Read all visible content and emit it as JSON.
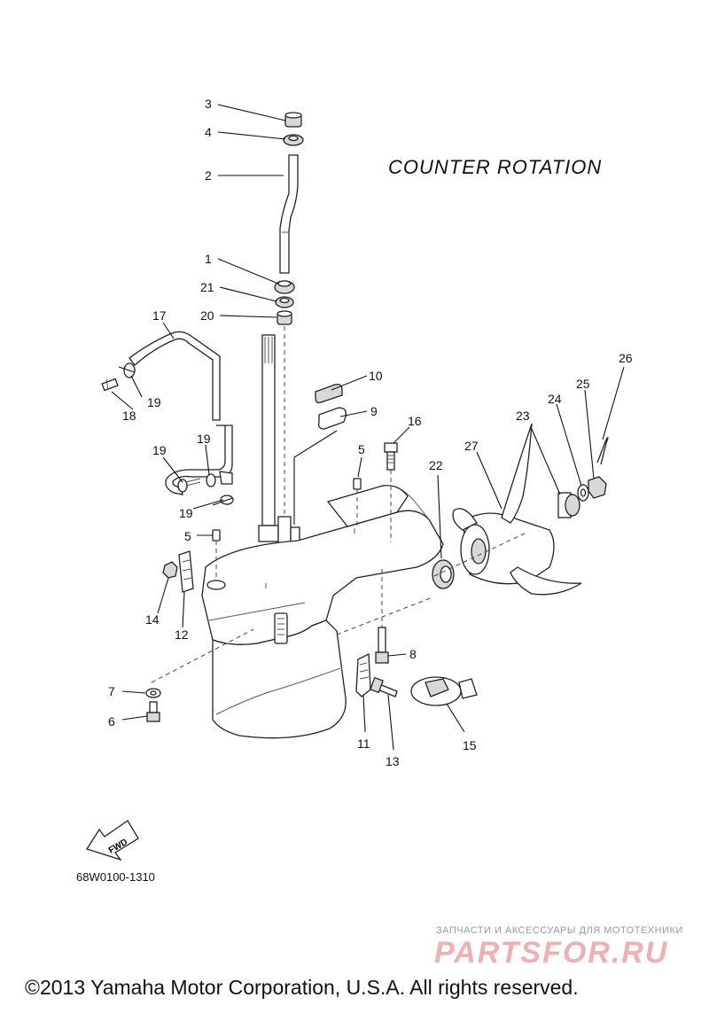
{
  "title": "COUNTER  ROTATION",
  "diagram_code": "68W0100-1310",
  "fwd_label": "FWD",
  "callouts": [
    {
      "id": "c3",
      "label": "3"
    },
    {
      "id": "c4",
      "label": "4"
    },
    {
      "id": "c2",
      "label": "2"
    },
    {
      "id": "c1",
      "label": "1"
    },
    {
      "id": "c21",
      "label": "21"
    },
    {
      "id": "c20",
      "label": "20"
    },
    {
      "id": "c17",
      "label": "17"
    },
    {
      "id": "c19a",
      "label": "19"
    },
    {
      "id": "c18",
      "label": "18"
    },
    {
      "id": "c10",
      "label": "10"
    },
    {
      "id": "c9",
      "label": "9"
    },
    {
      "id": "c16",
      "label": "16"
    },
    {
      "id": "c5a",
      "label": "5"
    },
    {
      "id": "c19b",
      "label": "19"
    },
    {
      "id": "c19c",
      "label": "19"
    },
    {
      "id": "c19d",
      "label": "19"
    },
    {
      "id": "c5b",
      "label": "5"
    },
    {
      "id": "c14",
      "label": "14"
    },
    {
      "id": "c12",
      "label": "12"
    },
    {
      "id": "c22",
      "label": "22"
    },
    {
      "id": "c27",
      "label": "27"
    },
    {
      "id": "c23",
      "label": "23"
    },
    {
      "id": "c24",
      "label": "24"
    },
    {
      "id": "c25",
      "label": "25"
    },
    {
      "id": "c26",
      "label": "26"
    },
    {
      "id": "c8",
      "label": "8"
    },
    {
      "id": "c7",
      "label": "7"
    },
    {
      "id": "c6",
      "label": "6"
    },
    {
      "id": "c11",
      "label": "11"
    },
    {
      "id": "c13",
      "label": "13"
    },
    {
      "id": "c15",
      "label": "15"
    }
  ],
  "watermark": {
    "tagline": "ЗАПЧАСТИ И АКСЕССУАРЫ ДЛЯ МОТОТЕХНИКИ",
    "brand": "PARTSFOR.RU"
  },
  "copyright": "©2013 Yamaha Motor Corporation, U.S.A. All rights reserved."
}
